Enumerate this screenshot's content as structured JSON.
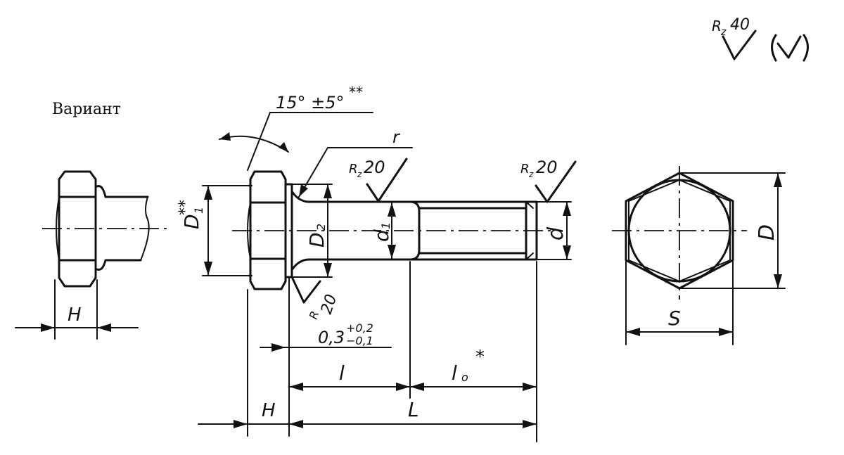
{
  "variant_label": "Вариант",
  "roughness": {
    "general": "40",
    "general_prefix": "R",
    "general_sub": "z",
    "shank": "20",
    "thread": "20",
    "under_head": "20"
  },
  "dimensions": {
    "angle": "15° ±5°",
    "angle_mark": "**",
    "fillet": "r",
    "D1": "D",
    "D1_sub": "1",
    "D1_mark": "**",
    "D2": "D",
    "D2_sub": "2",
    "d1": "d",
    "d1_sub": "1",
    "d": "d",
    "D": "D",
    "S": "S",
    "H": "H",
    "H_variant": "H",
    "gap": "0,3",
    "gap_plus": "+0,2",
    "gap_minus": "−0,1",
    "l": "l",
    "l0": "l",
    "l0_sub": "o",
    "l0_mark": "*",
    "L": "L"
  }
}
